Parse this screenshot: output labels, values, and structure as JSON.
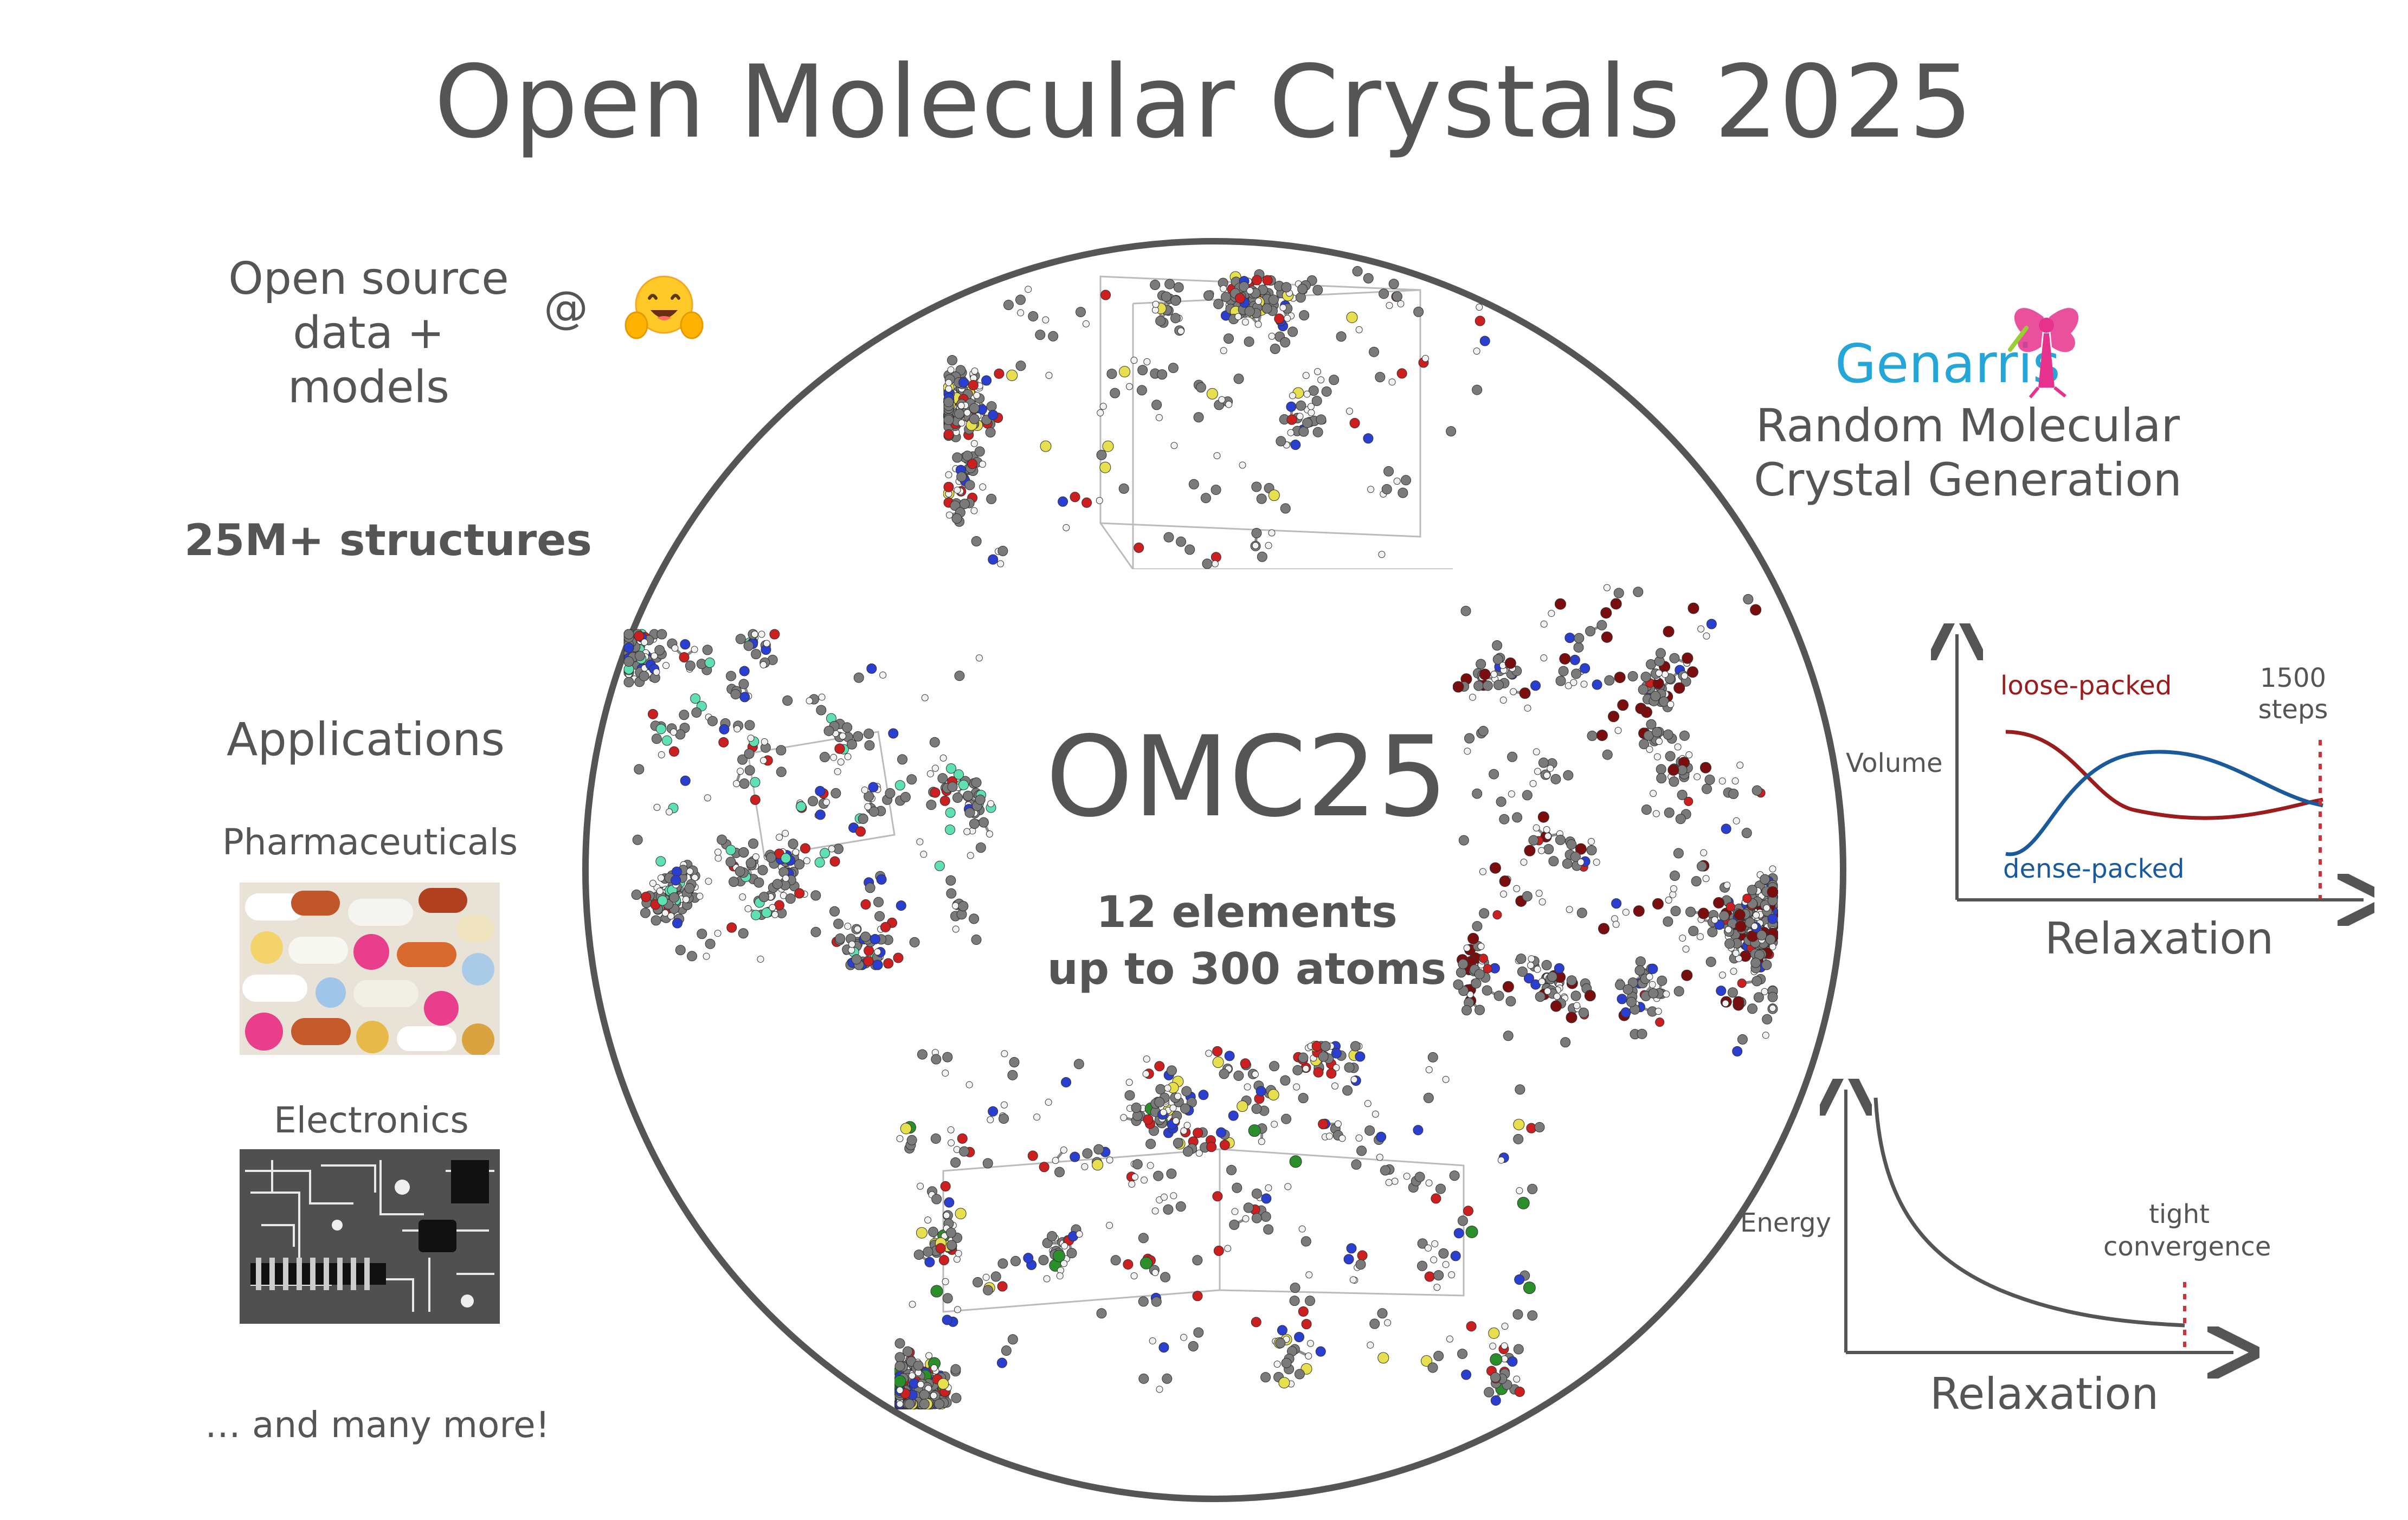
{
  "title": "Open Molecular Crystals 2025",
  "open_source": {
    "line1": "Open source",
    "line2": "data + models",
    "at": "@",
    "icon": "hugging-face-emoji"
  },
  "structures": "25M+ structures",
  "applications": {
    "heading": "Applications",
    "items": [
      {
        "label": "Pharmaceuticals",
        "icon": "pills-photo"
      },
      {
        "label": "Electronics",
        "icon": "circuit-board-photo"
      }
    ],
    "more": "… and many more!"
  },
  "genarris": {
    "name": "Genarris",
    "line1": "Random Molecular",
    "line2": "Crystal Generation",
    "icon": "fairy-logo"
  },
  "center": {
    "name": "OMC25",
    "line1": "12 elements",
    "line2": "up to 300 atoms"
  },
  "colors": {
    "text": "#555555",
    "genarris_blue": "#25a6d9",
    "fairy_pink": "#e6328c",
    "loose_red": "#9b1c1c",
    "dense_blue": "#1b5a9a",
    "dotted_red": "#d0303a",
    "atom_gray": "#7a7a7a",
    "atom_red": "#cc1f1f",
    "atom_blue": "#2a3fd0",
    "atom_yellow": "#e7df4d",
    "atom_green": "#2a8f2a",
    "atom_cyan": "#5fe0b0",
    "atom_darkred": "#7a0e0e"
  },
  "volume_chart": {
    "ylabel": "Volume",
    "xlabel": "Relaxation",
    "series": [
      {
        "name": "loose-packed",
        "color": "#9b1c1c"
      },
      {
        "name": "dense-packed",
        "color": "#1b5a9a"
      }
    ],
    "marker": {
      "line1": "1500",
      "line2": "steps"
    }
  },
  "energy_chart": {
    "ylabel": "Energy",
    "xlabel": "Relaxation",
    "marker": {
      "line1": "tight",
      "line2": "convergence"
    }
  }
}
